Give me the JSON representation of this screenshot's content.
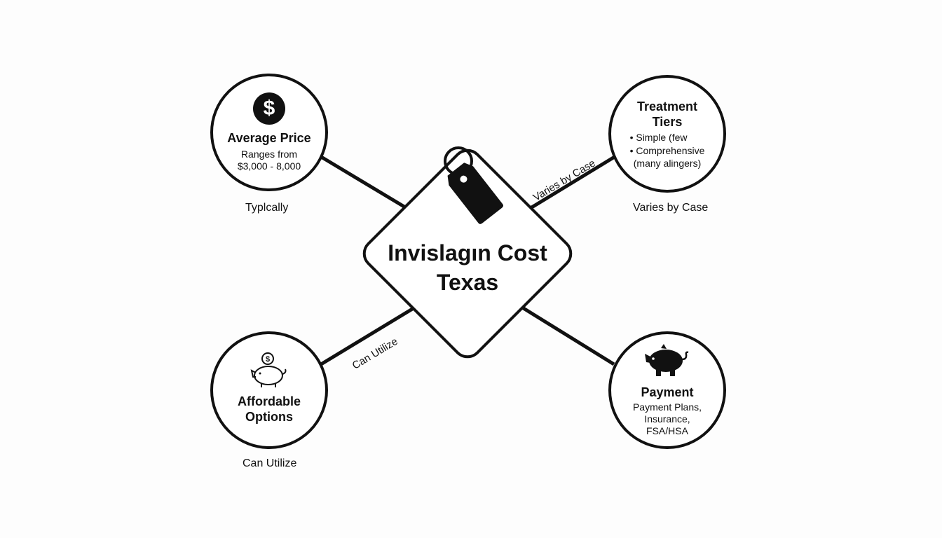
{
  "center": {
    "title_line1": "Invislagın Cost",
    "title_line2": "Texas",
    "icon": "price-tag-icon"
  },
  "nodes": {
    "average_price": {
      "icon": "dollar-coin-icon",
      "icon_glyph": "$",
      "title": "Average Price",
      "line1": "Ranges from",
      "line2": "$3,000 - 8,000",
      "outside_label": "Typlcally"
    },
    "treatment_tiers": {
      "title_line1": "Treatment",
      "title_line2": "Tiers",
      "items": [
        "Simple (few",
        "Comprehensive"
      ],
      "item_continuation": "(many alingers)",
      "outside_label": "Varies by Case"
    },
    "affordable_options": {
      "icon": "piggy-bank-outline-icon",
      "coin_glyph": "$",
      "title_line1": "Affordable",
      "title_line2": "Options",
      "outside_label": "Can Utilize"
    },
    "payment": {
      "icon": "piggy-bank-filled-icon",
      "title": "Payment",
      "line1": "Payment Plans,",
      "line2": "Insurance,",
      "line3": "FSA/HSA"
    }
  },
  "connector_labels": {
    "top_right": "Varies by Case",
    "bottom_left": "Can Utilize"
  },
  "colors": {
    "stroke": "#111111",
    "background": "#fdfdfd"
  }
}
